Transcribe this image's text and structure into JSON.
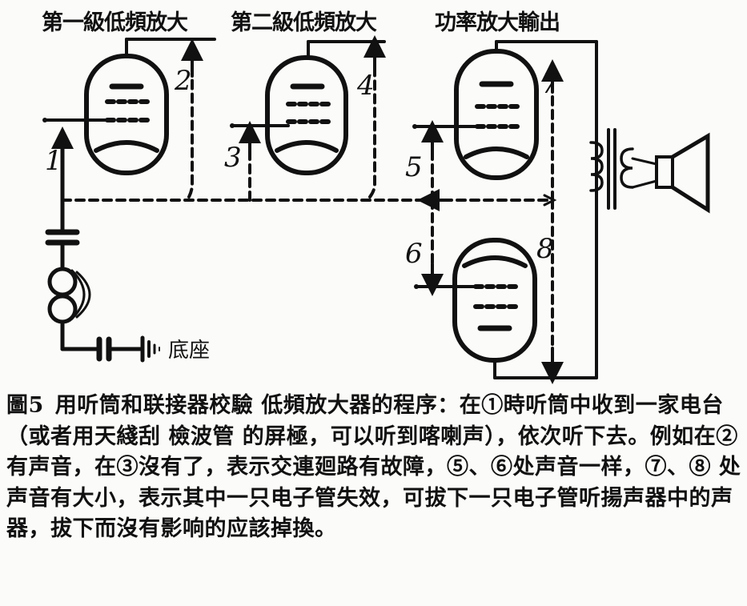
{
  "headings": {
    "stage1": "第一級低頻放大",
    "stage2": "第二級低頻放大",
    "output": "功率放大輸出"
  },
  "points": [
    "1",
    "2",
    "3",
    "4",
    "5",
    "6",
    "7",
    "8"
  ],
  "base_label": "底座",
  "caption": {
    "figure": "圖5",
    "text": "用听筒和联接器校驗 低頻放大器的程序：在①時听筒中收到一家电台（或者用天綫刮 檢波管 的屏極，可以听到喀喇声），依次听下去。例如在②有声音，在③沒有了，表示交連廻路有故障，⑤、⑥处声音一样，⑦、⑧ 处声音有大小，表示其中一只电子管失效，可拔下一只电子管听揚声器中的声器，拔下而沒有影响的应該掉換。"
  }
}
